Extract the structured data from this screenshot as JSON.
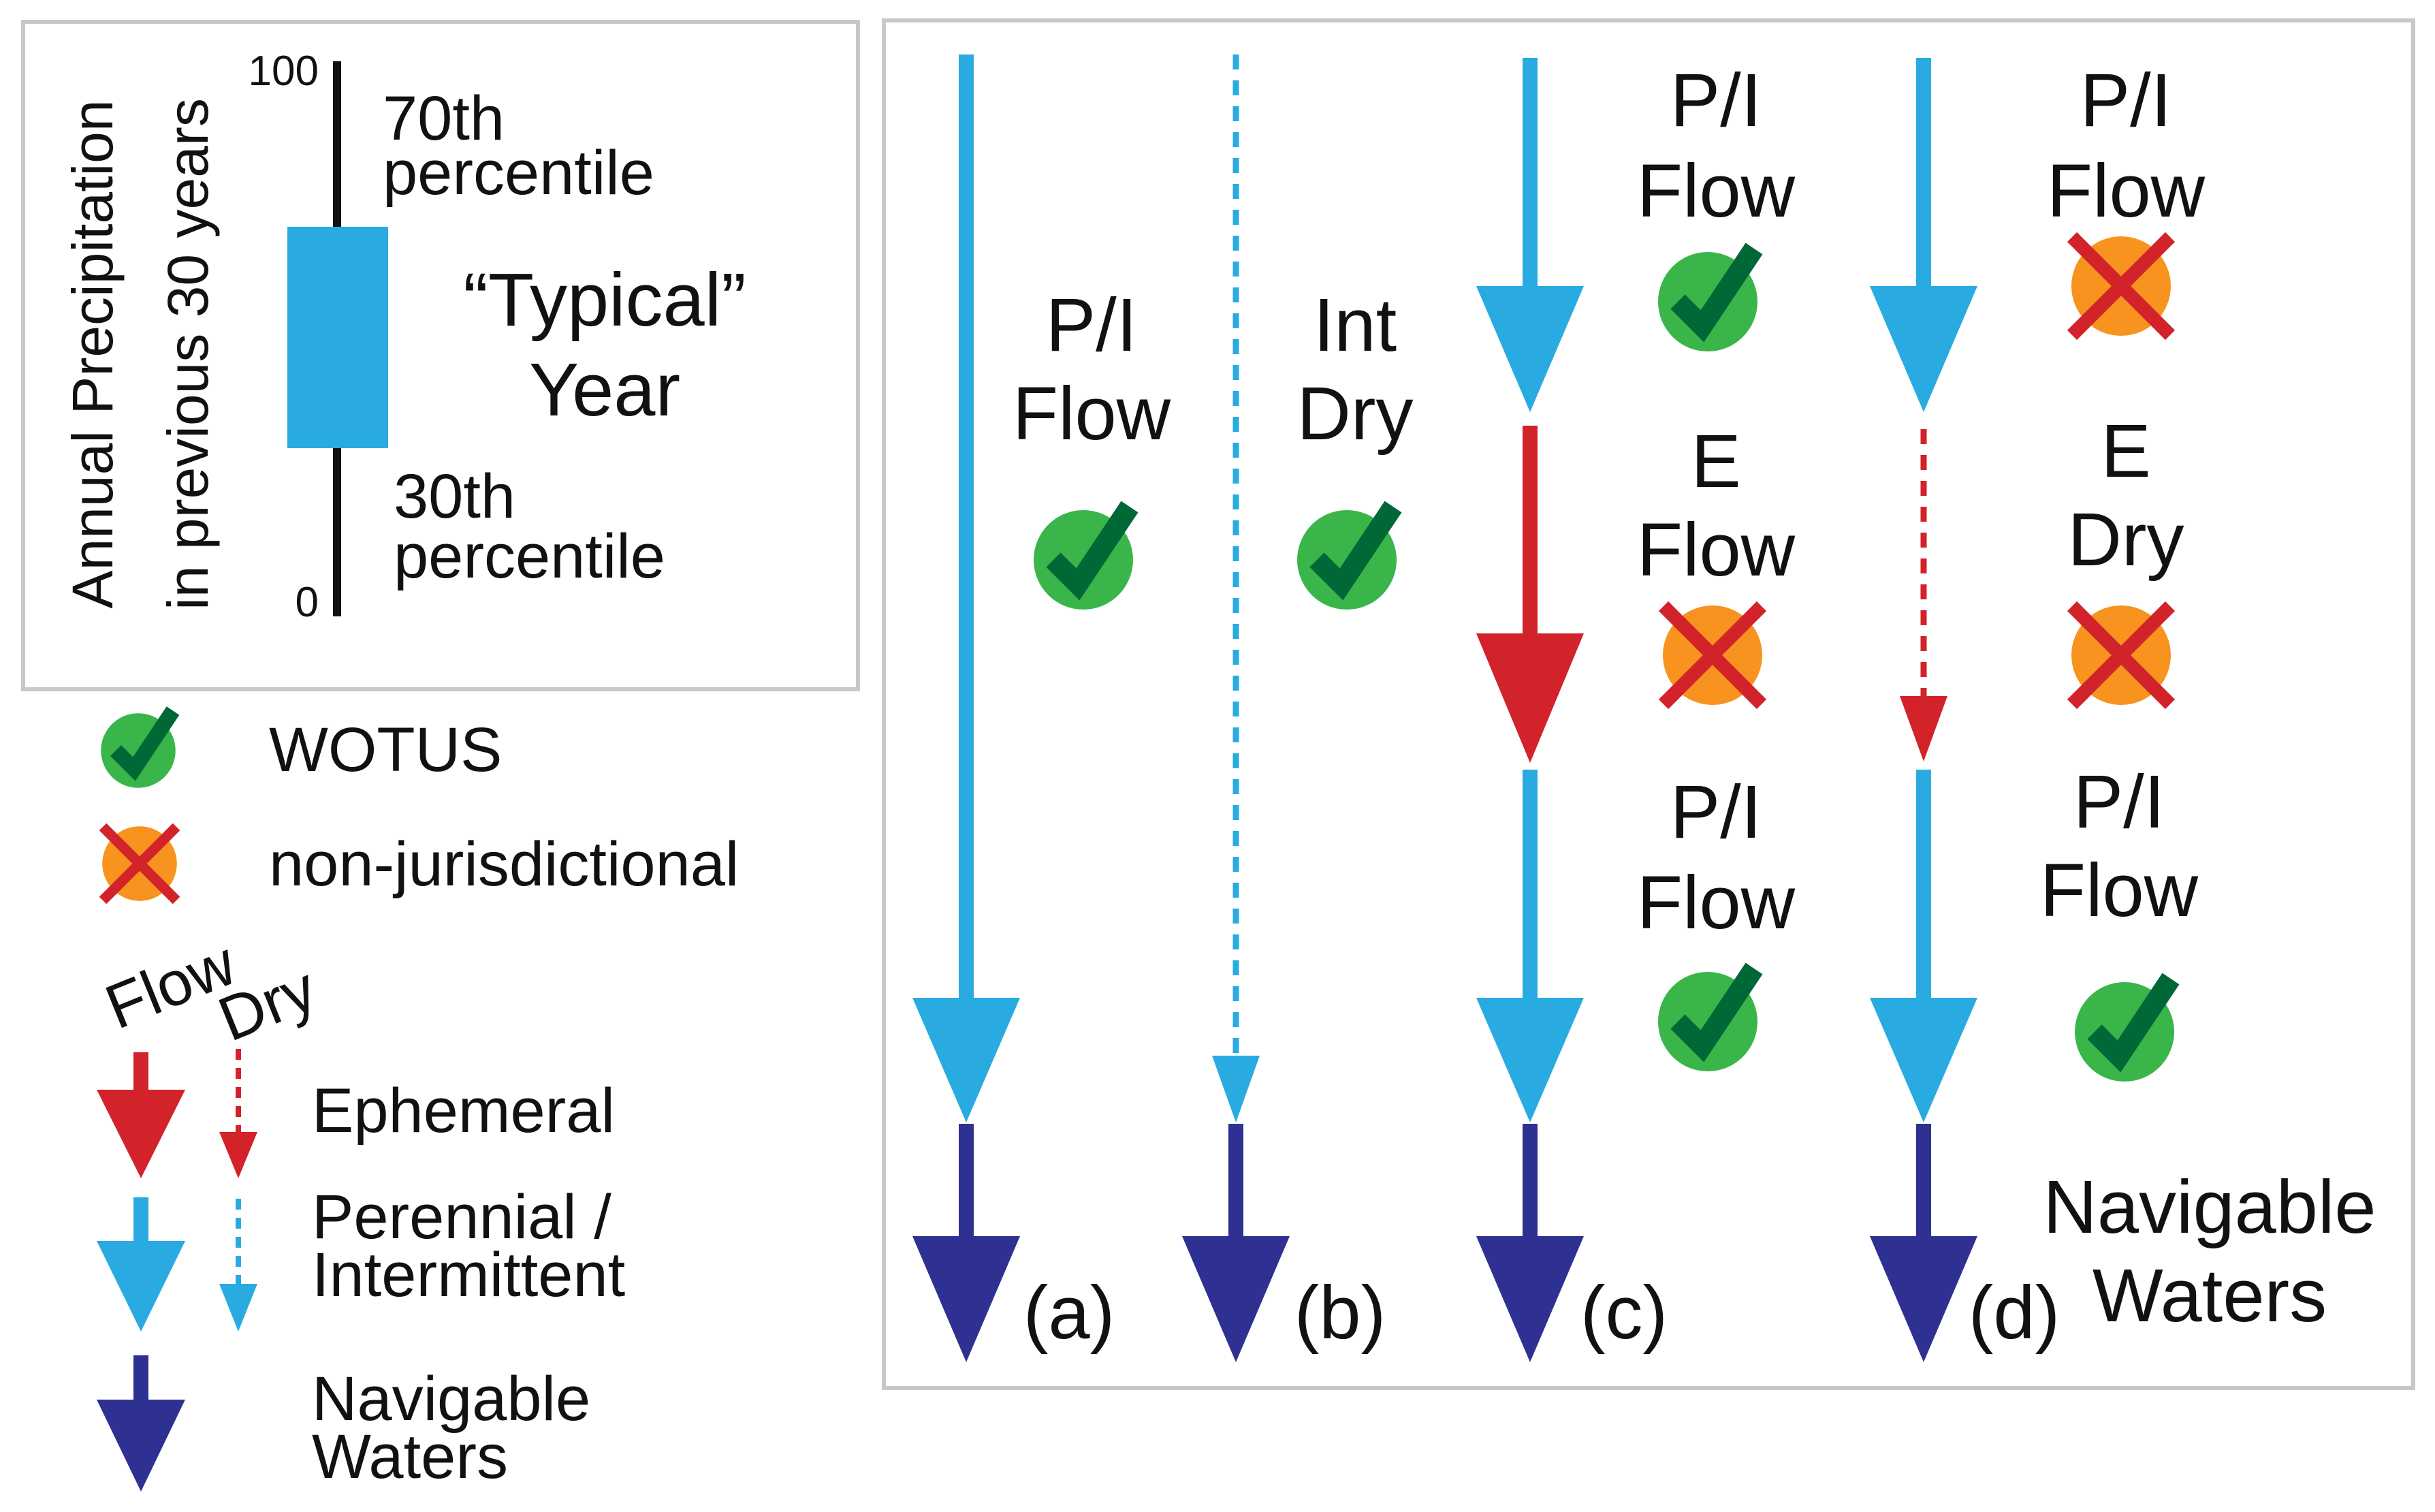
{
  "precip_box": {
    "axis_label_line1": "Annual Precipitation",
    "axis_label_line2": "in previous 30 years",
    "tick_top": "100",
    "tick_bottom": "0",
    "upper_label_line1": "70th",
    "upper_label_line2": "percentile",
    "lower_label_line1": "30th",
    "lower_label_line2": "percentile",
    "center_label_line1": "“Typical”",
    "center_label_line2": "Year",
    "bar_color": "#29abe2"
  },
  "legend": {
    "wotus_label": "WOTUS",
    "nonjuris_label": "non-jurisdictional",
    "flow_header": "Flow",
    "dry_header": "Dry",
    "ephemeral_label": "Ephemeral",
    "perennial_label_line1": "Perennial /",
    "perennial_label_line2": "Intermittent",
    "navigable_label_line1": "Navigable",
    "navigable_label_line2": "Waters"
  },
  "scenarios": {
    "a": {
      "tag": "(a)",
      "segment1_line1": "P/I",
      "segment1_line2": "Flow",
      "segment1_status": "check-icon"
    },
    "b": {
      "tag": "(b)",
      "segment1_line1": "Int",
      "segment1_line2": "Dry",
      "segment1_status": "check-icon"
    },
    "c": {
      "tag": "(c)",
      "segment1_line1": "P/I",
      "segment1_line2": "Flow",
      "segment1_status": "check-icon",
      "segment2_line1": "E",
      "segment2_line2": "Flow",
      "segment2_status": "cross-icon",
      "segment3_line1": "P/I",
      "segment3_line2": "Flow",
      "segment3_status": "check-icon"
    },
    "d": {
      "tag": "(d)",
      "segment1_line1": "P/I",
      "segment1_line2": "Flow",
      "segment1_status": "cross-icon",
      "segment2_line1": "E",
      "segment2_line2": "Dry",
      "segment2_status": "cross-icon",
      "segment3_line1": "P/I",
      "segment3_line2": "Flow",
      "segment3_status": "check-icon",
      "navigable_line1": "Navigable",
      "navigable_line2": "Waters"
    }
  },
  "colors": {
    "perennial_blue": "#29abe2",
    "navigable_navy": "#2e3192",
    "ephemeral_red": "#d2232a",
    "check_circle": "#39b54a",
    "check_mark": "#006837",
    "cross_circle": "#f7931e",
    "cross_mark": "#d2232a",
    "panel_border": "#c8c8c8"
  }
}
